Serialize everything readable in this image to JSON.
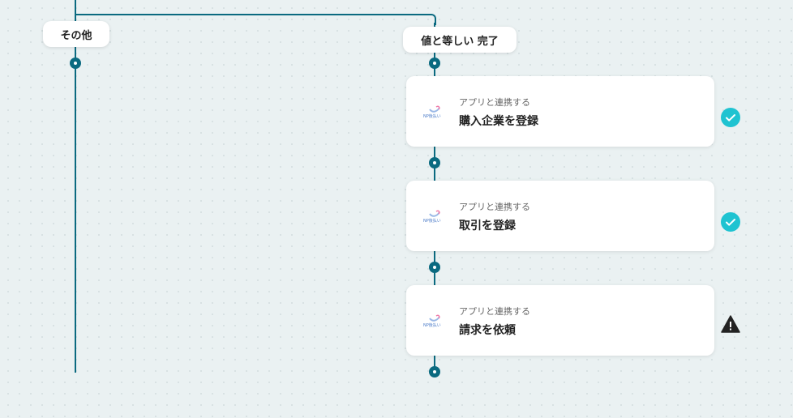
{
  "branches": [
    {
      "label": "その他"
    },
    {
      "label": "値と等しい 完了"
    }
  ],
  "steps": [
    {
      "subtitle": "アプリと連携する",
      "title": "購入企業を登録",
      "app": "NP後払い",
      "status": "success"
    },
    {
      "subtitle": "アプリと連携する",
      "title": "取引を登録",
      "app": "NP後払い",
      "status": "success"
    },
    {
      "subtitle": "アプリと連携する",
      "title": "請求を依頼",
      "app": "NP後払い",
      "status": "warning"
    }
  ],
  "colors": {
    "connector": "#0b6a80",
    "success": "#1fc3d1",
    "warning": "#222222"
  }
}
